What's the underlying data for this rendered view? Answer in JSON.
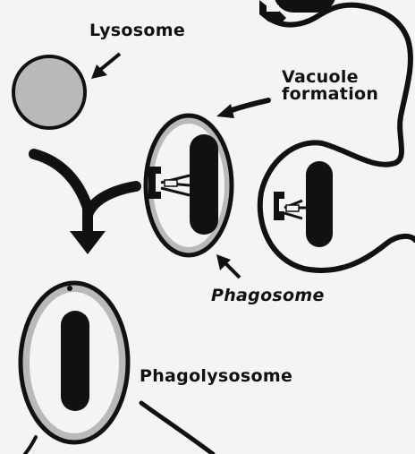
{
  "labels": {
    "lysosome": "Lysosome",
    "vacuole_line1": "Vacuole",
    "vacuole_line2": "formation",
    "phagosome": "Phagosome",
    "phagolysosome": "Phagolysosome"
  },
  "colors": {
    "ink": "#111111",
    "membrane_fill": "#b9b9b7",
    "paper": "#f4f4f2"
  }
}
